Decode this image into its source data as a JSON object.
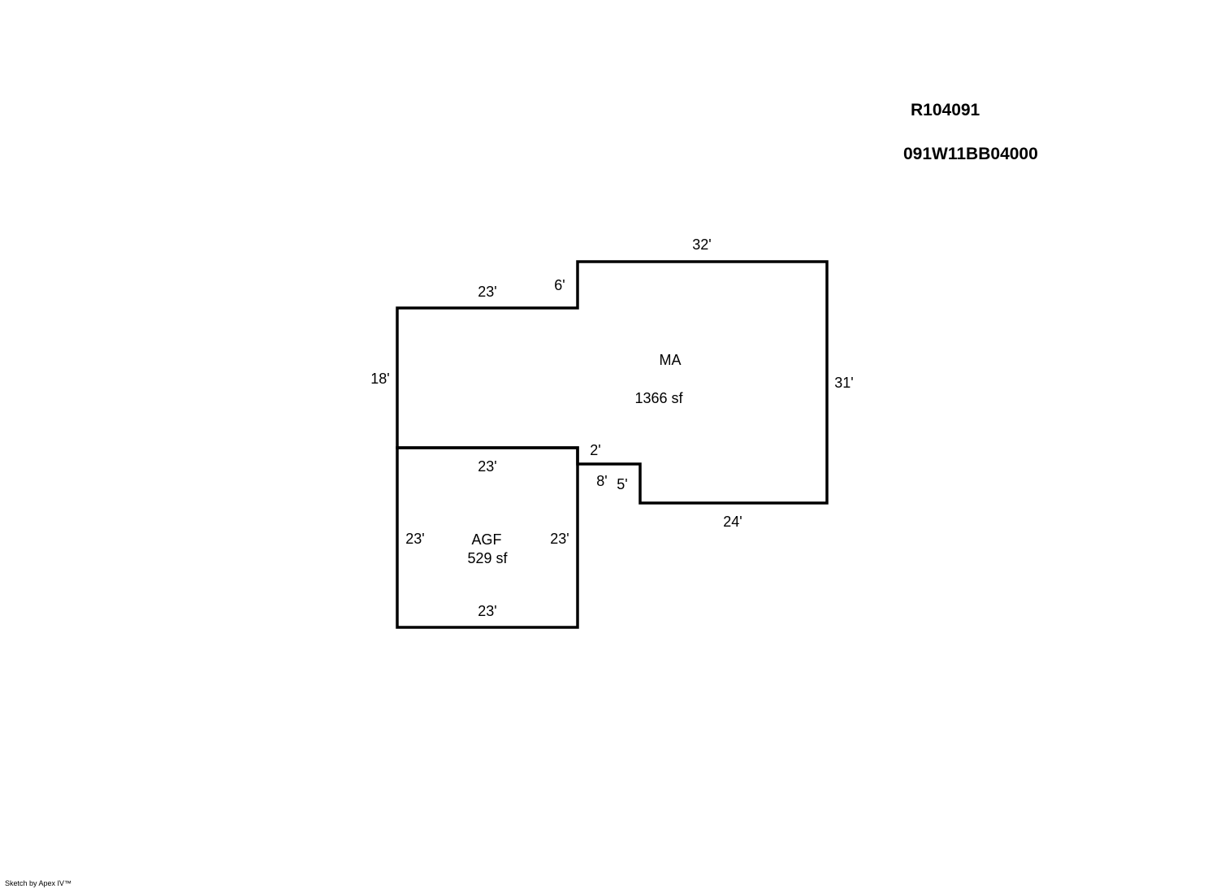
{
  "header": {
    "parcel_number": "R104091",
    "map_number": "091W11BB04000"
  },
  "areas": {
    "main": {
      "code": "MA",
      "area": "1366 sf",
      "dims": {
        "top_left": "23'",
        "step_up": "6'",
        "top_right": "32'",
        "left": "18'",
        "right": "31'",
        "inner_step": "2'",
        "notch_left": "8'",
        "notch_down": "5'",
        "bottom": "24'"
      }
    },
    "garage": {
      "code": "AGF",
      "area": "529 sf",
      "dims": {
        "top": "23'",
        "left": "23'",
        "right": "23'",
        "bottom": "23'"
      }
    }
  },
  "footer": {
    "credit": "Sketch by Apex IV™"
  },
  "colors": {
    "line": "#000000",
    "background": "#ffffff"
  }
}
